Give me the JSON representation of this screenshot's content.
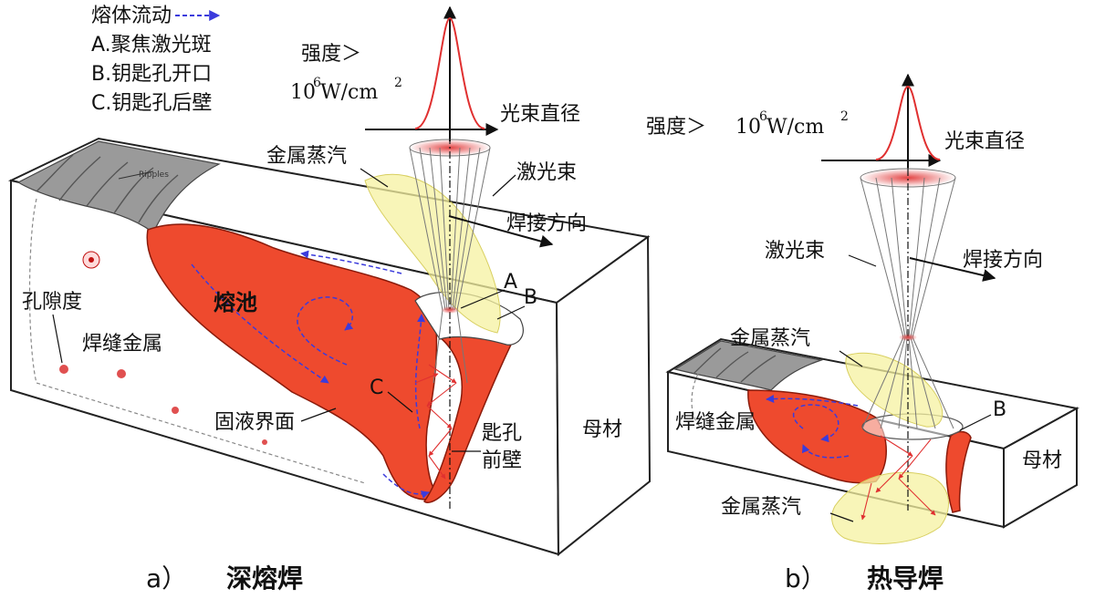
{
  "legend": {
    "flow_label": "熔体流动",
    "items": [
      "A.聚焦激光斑",
      "B.钥匙孔开口",
      "C.钥匙孔后壁"
    ],
    "flow_color": "#3b3bdc"
  },
  "panel_a": {
    "intensity_prefix": "强度＞",
    "intensity_base": "10",
    "intensity_exp": "6",
    "intensity_unit": " W/cm",
    "intensity_unit_exp": "2",
    "beam_diameter": "光束直径",
    "metal_vapor": "金属蒸汽",
    "laser_beam": "激光束",
    "weld_direction": "焊接方向",
    "ripples": "Ripples",
    "point_a": "A",
    "point_b": "B",
    "point_c": "C",
    "melt_pool": "熔池",
    "porosity": "孔隙度",
    "weld_metal": "焊缝金属",
    "solid_liquid_interface": "固液界面",
    "keyhole_front_wall_1": "匙孔",
    "keyhole_front_wall_2": "前壁",
    "base_metal": "母材",
    "caption_letter": "a）",
    "caption_title": "深熔焊"
  },
  "panel_b": {
    "intensity_prefix": "强度＞",
    "intensity_base": "10",
    "intensity_exp": "6",
    "intensity_unit": " W/cm",
    "intensity_unit_exp": "2",
    "beam_diameter": "光束直径",
    "laser_beam": "激光束",
    "weld_direction": "焊接方向",
    "metal_vapor_top": "金属蒸汽",
    "metal_vapor_bottom": "金属蒸汽",
    "point_b": "B",
    "weld_metal": "焊缝金属",
    "base_metal": "母材",
    "caption_letter": "b）",
    "caption_title": "热导焊"
  },
  "colors": {
    "melt": "#ee4a2e",
    "vapor": "#f6f2a0",
    "ripple": "#8a8a8a",
    "gaussian": "#e03030"
  }
}
